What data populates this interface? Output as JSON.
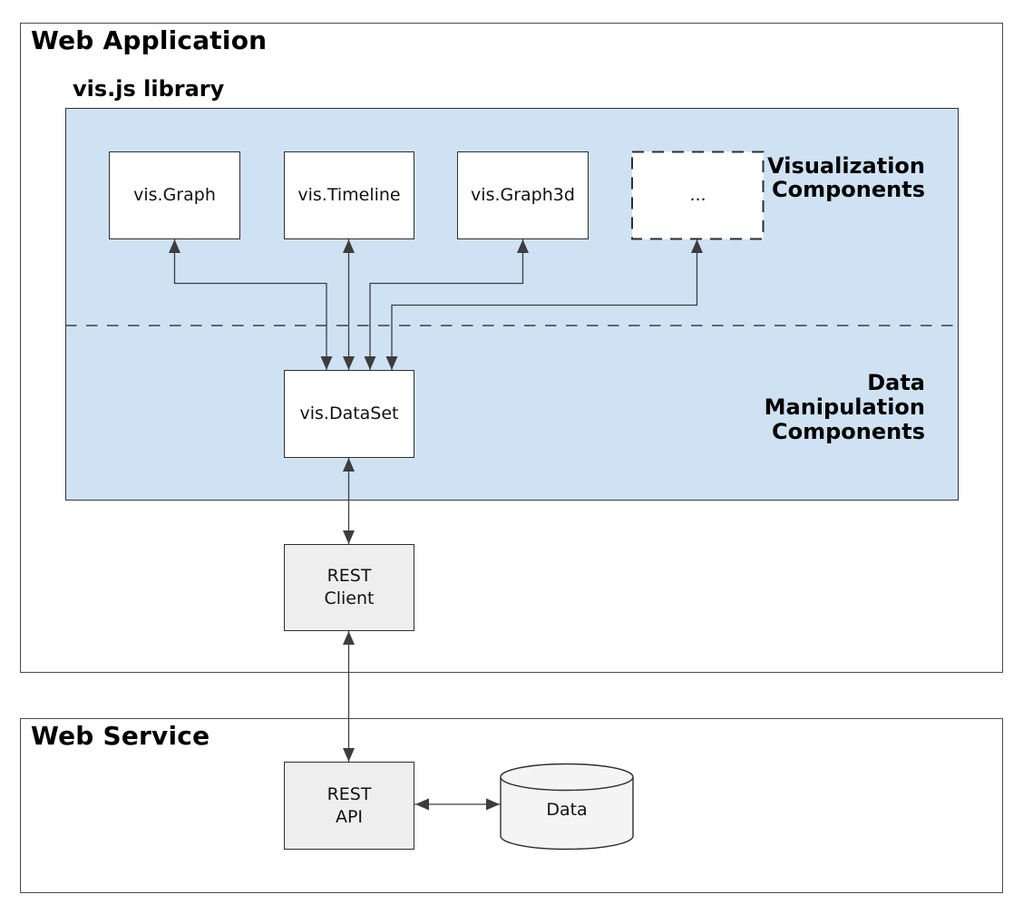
{
  "titles": {
    "web_application": "Web Application",
    "vis_library": "vis.js library",
    "web_service": "Web Service"
  },
  "section_labels": {
    "visualization": [
      "Visualization",
      "Components"
    ],
    "data_manipulation": [
      "Data",
      "Manipulation",
      "Components"
    ]
  },
  "components": {
    "visualization_boxes": [
      "vis.Graph",
      "vis.Timeline",
      "vis.Graph3d",
      "..."
    ],
    "dataset": "vis.DataSet",
    "rest_client": [
      "REST",
      "Client"
    ],
    "rest_api": [
      "REST",
      "API"
    ],
    "database": "Data"
  },
  "connections": [
    {
      "from": "vis.Graph",
      "to": "vis.DataSet",
      "bidirectional": true
    },
    {
      "from": "vis.Timeline",
      "to": "vis.DataSet",
      "bidirectional": true
    },
    {
      "from": "vis.Graph3d",
      "to": "vis.DataSet",
      "bidirectional": true
    },
    {
      "from": "...",
      "to": "vis.DataSet",
      "bidirectional": true
    },
    {
      "from": "vis.DataSet",
      "to": "REST Client",
      "bidirectional": true
    },
    {
      "from": "REST Client",
      "to": "REST API",
      "bidirectional": true
    },
    {
      "from": "REST API",
      "to": "Data",
      "bidirectional": true
    }
  ],
  "colors": {
    "panel_blue": "#cfe2f3",
    "box_white": "#ffffff",
    "box_gray": "#eeeeee",
    "cylinder_gray": "#f4f4f4",
    "line": "#3d3d3d",
    "border_dark": "#2e2e2e",
    "border_outer": "#4a4a4a",
    "text": "#000000"
  }
}
